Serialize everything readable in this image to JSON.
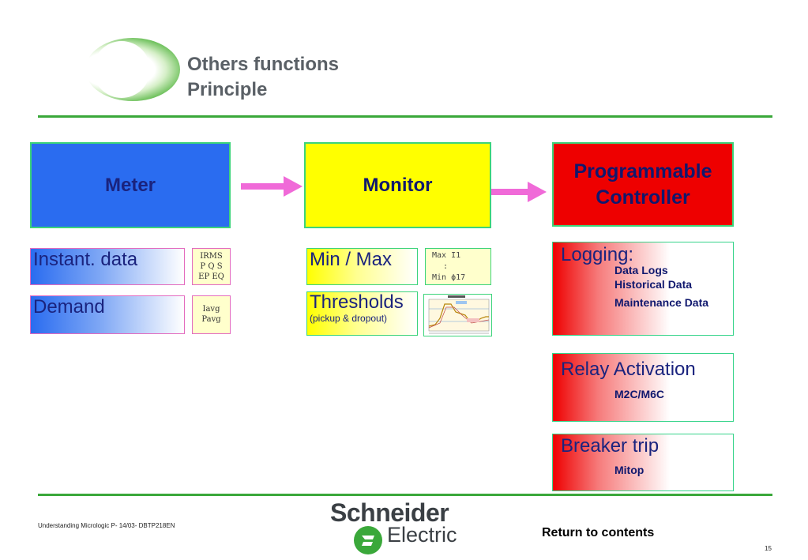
{
  "header": {
    "title_line1": "Others functions",
    "title_line2": "Principle"
  },
  "boxes": {
    "meter": "Meter",
    "monitor": "Monitor",
    "plc_line1": "Programmable",
    "plc_line2": "Controller"
  },
  "meter_items": {
    "instant": "Instant. data",
    "instant_mini": [
      "IRMS",
      "P Q S",
      "EP EQ"
    ],
    "demand": "Demand",
    "demand_mini": [
      "Iavg",
      "Pavg"
    ]
  },
  "monitor_items": {
    "minmax": "Min / Max",
    "minmax_mini": [
      "Max I1",
      ":",
      "Min ϕ17"
    ],
    "thresholds": "Thresholds",
    "thresholds_sub": "(pickup & dropout)"
  },
  "controller_items": {
    "logging": "Logging:",
    "logging_details": [
      "Data Logs",
      "Historical Data",
      "Maintenance Data"
    ],
    "relay": "Relay Activation",
    "relay_detail": "M2C/M6C",
    "breaker": "Breaker trip",
    "breaker_detail": "Mitop"
  },
  "footer": {
    "doc_ref": "Understanding Micrologic P- 14/03- DBTP218EN",
    "brand_line1": "Schneider",
    "brand_line2": "Electric",
    "return_link": "Return to contents",
    "page_number": "15"
  },
  "colors": {
    "accent_green": "#3aa83a",
    "meter_blue": "#2a6cf0",
    "monitor_yellow": "#ffff00",
    "controller_red": "#ee0000",
    "arrow_pink": "#f06ad8"
  }
}
